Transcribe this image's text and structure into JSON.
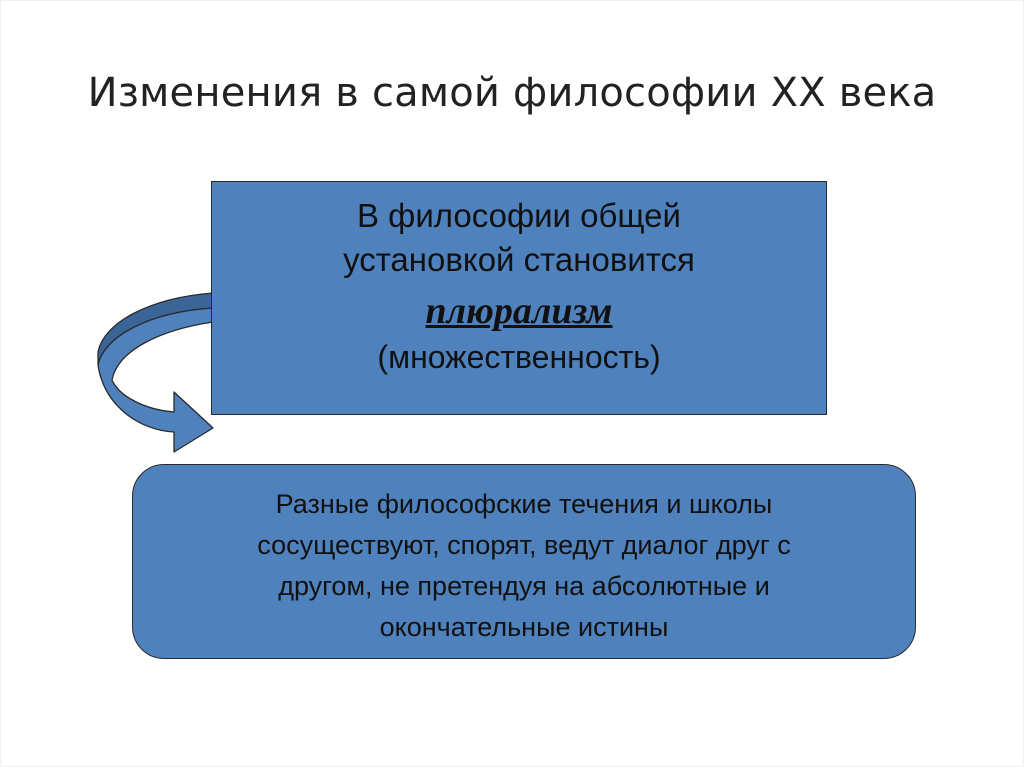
{
  "slide": {
    "title": "Изменения в самой философии XX века",
    "top_box": {
      "line1": "В философии общей",
      "line2": "установкой становится",
      "keyword": "плюрализм",
      "subtitle": "(множественность)"
    },
    "bottom_box": {
      "lines": [
        "Разные философские течения и школы",
        "сосуществуют, спорят, ведут диалог друг с",
        "другом, не претендуя на абсолютные и",
        "окончательные истины"
      ]
    },
    "colors": {
      "box_fill": "#4f81bd",
      "arrow_fill": "#4f81bd",
      "arrow_shade": "#3a6596",
      "outline": "#2a2a2a"
    }
  }
}
